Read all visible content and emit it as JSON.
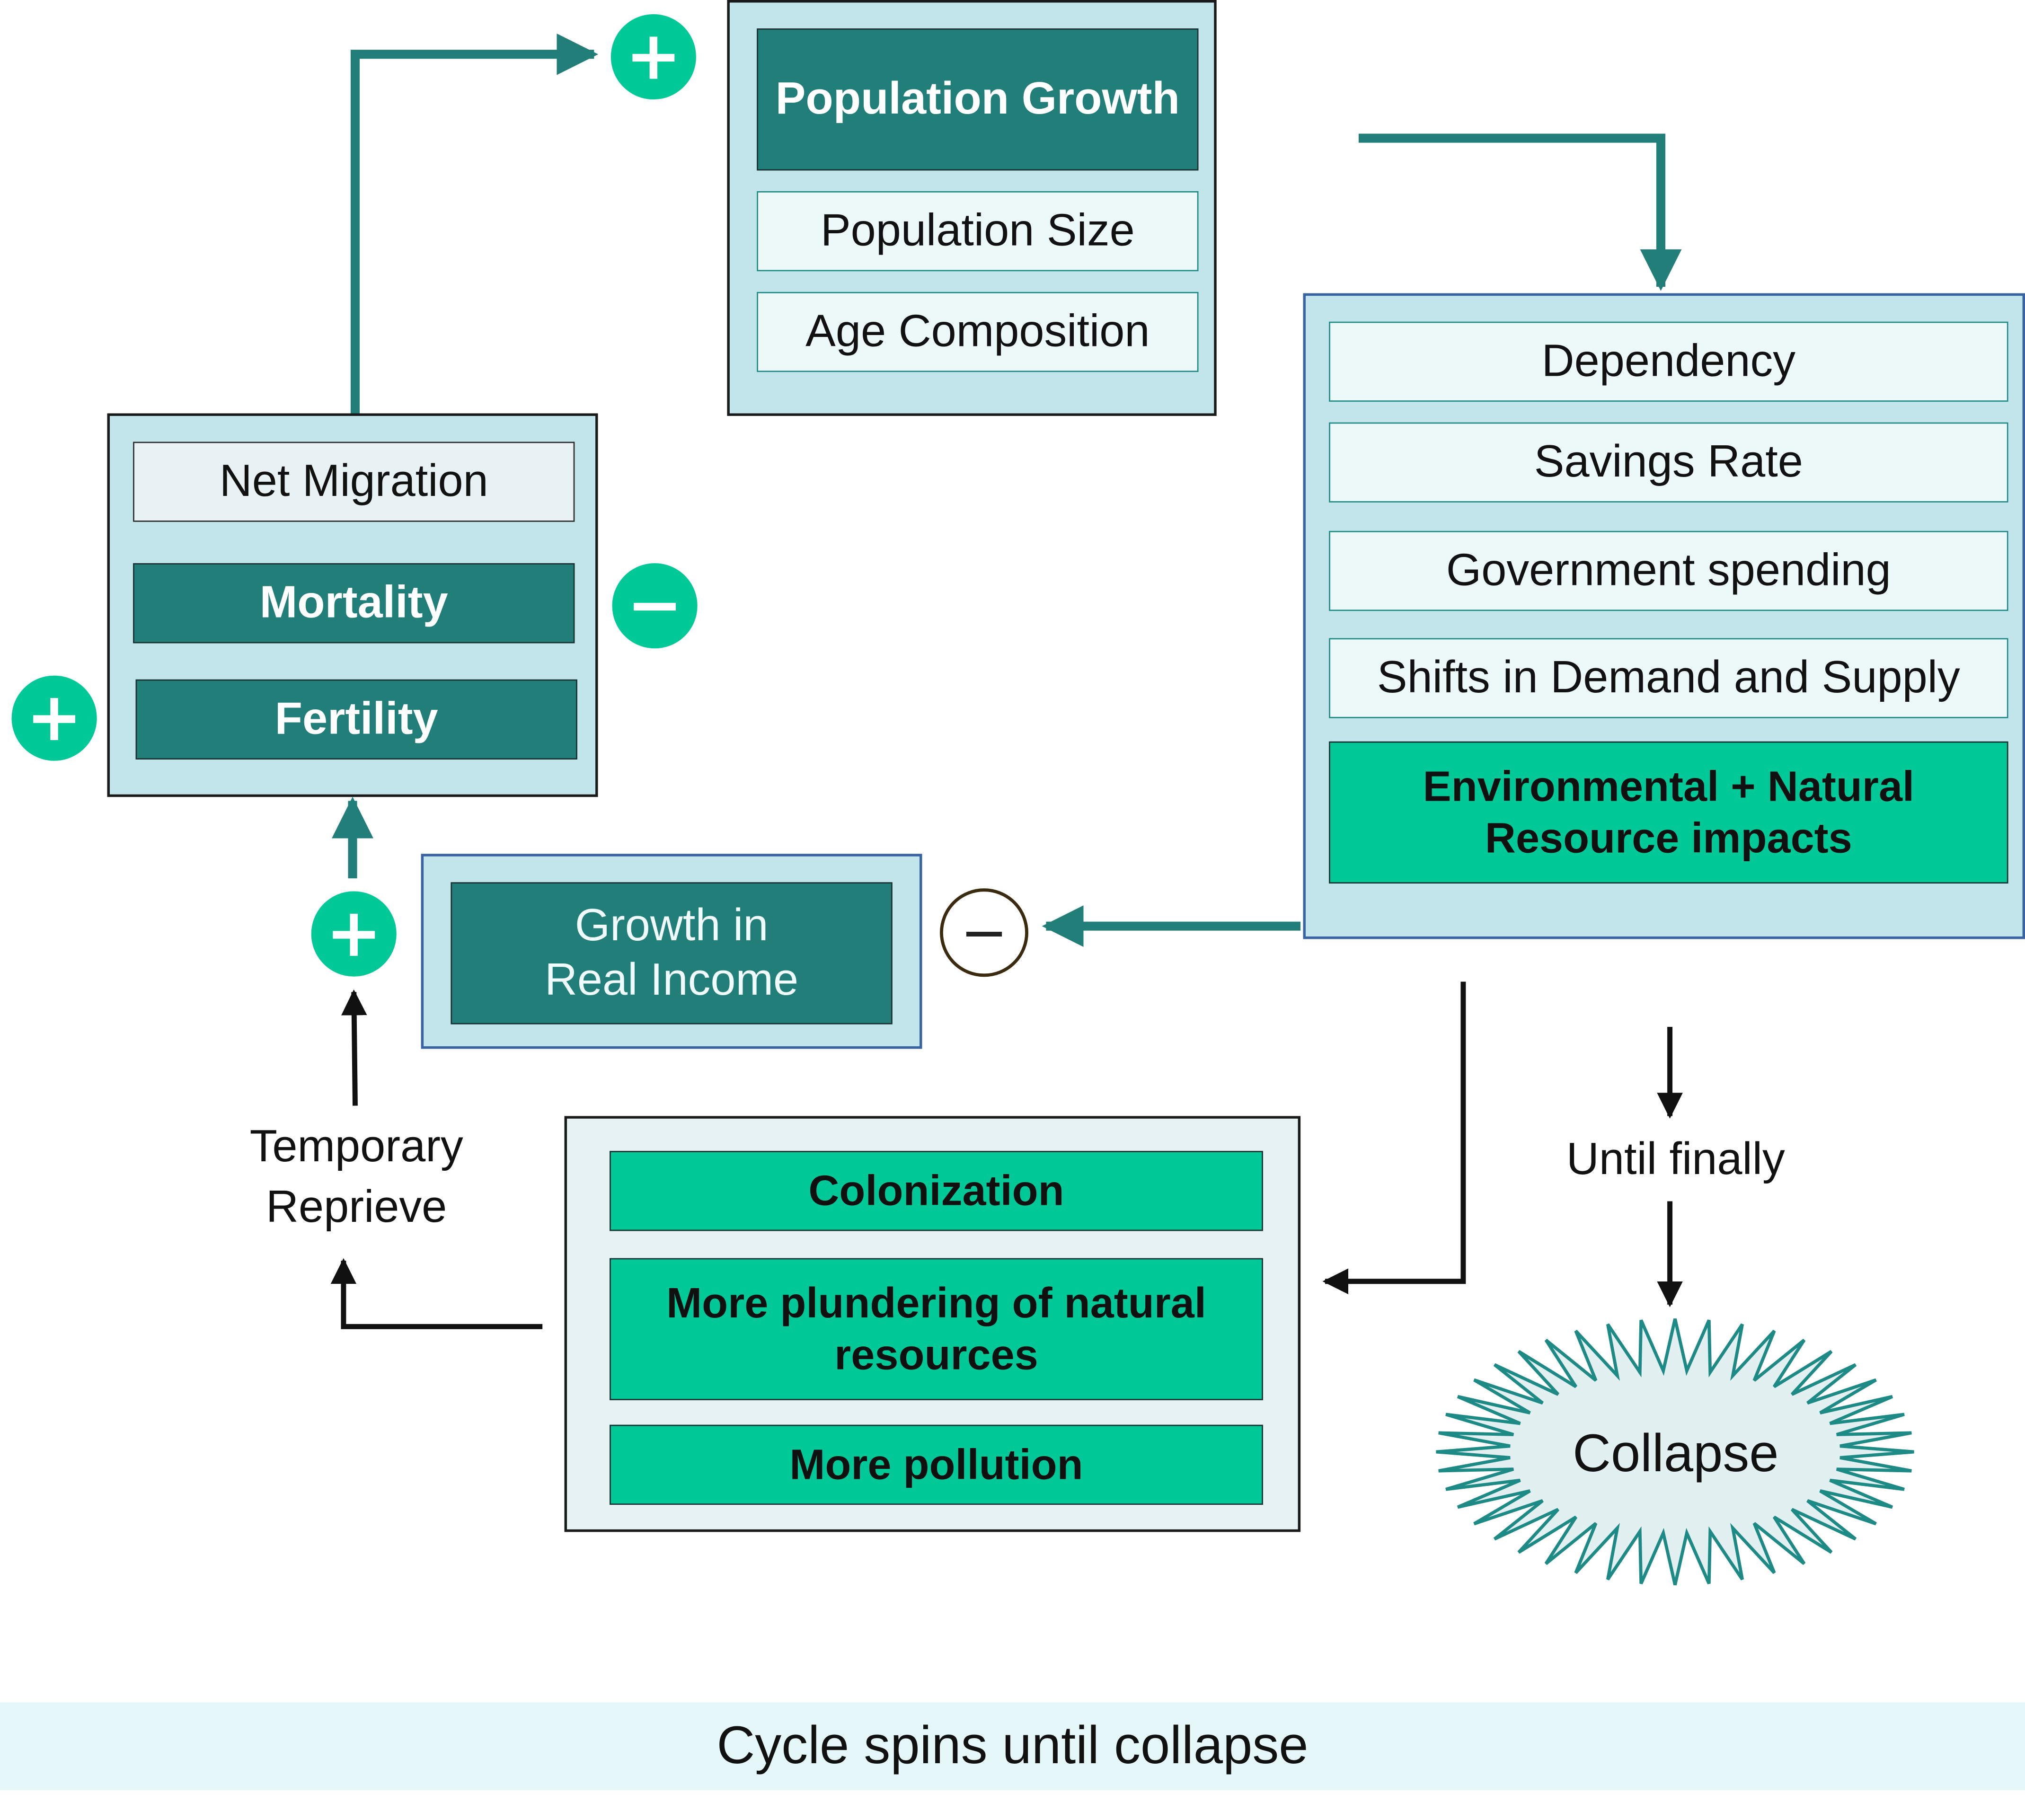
{
  "population_group": {
    "growth_label": "Population Growth",
    "size_label": "Population Size",
    "age_label": "Age Composition"
  },
  "drivers_group": {
    "migration_label": "Net Migration",
    "mortality_label": "Mortality",
    "fertility_label": "Fertility"
  },
  "impacts_group": {
    "dependency_label": "Dependency",
    "savings_label": "Savings Rate",
    "government_label": "Government spending",
    "shifts_label": "Shifts in Demand and Supply",
    "environment_label": "Environmental + Natural Resource impacts"
  },
  "income_group": {
    "income_label": "Growth in Real Income"
  },
  "exploitation_group": {
    "colonization_label": "Colonization",
    "plundering_label": "More plundering of natural resources",
    "pollution_label": "More pollution"
  },
  "labels": {
    "reprieve": "Temporary Reprieve",
    "until_finally": "Until finally",
    "collapse": "Collapse",
    "caption": "Cycle spins until collapse"
  },
  "signs": {
    "plus_top": "+",
    "minus_mortality": "−",
    "plus_fertility": "+",
    "plus_income": "+",
    "minus_income": "−"
  },
  "colors": {
    "teal_dark": "#217e79",
    "teal_arrow": "#217e79",
    "green_bright": "#00c896",
    "group_fill": "#c2e5ec",
    "item_fill": "#edf9f9",
    "caption_band": "#e5f7f8"
  }
}
